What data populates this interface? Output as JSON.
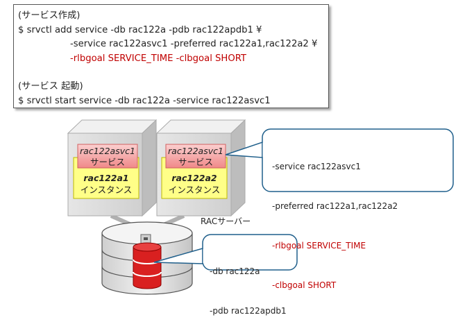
{
  "command_box": {
    "create_header": "(サービス作成)",
    "create_line1": "$ srvctl add service -db rac122a -pdb rac122apdb1 ¥",
    "create_line2": "-service rac122asvc1 -preferred rac122a1,rac122a2 ¥",
    "create_line3": "-rlbgoal SERVICE_TIME -clbgoal SHORT",
    "start_header": "(サービス 起動)",
    "start_line1": "$ srvctl start service -db rac122a -service rac122asvc1"
  },
  "servers": [
    {
      "service_name": "rac122asvc1",
      "service_label": "サービス",
      "instance_name": "rac122a1",
      "instance_label": "インスタンス"
    },
    {
      "service_name": "rac122asvc1",
      "service_label": "サービス",
      "instance_name": "rac122a2",
      "instance_label": "インスタンス"
    }
  ],
  "rac_label": "RACサーバー",
  "service_callout": {
    "line1": "-service rac122asvc1",
    "line2": "-preferred rac122a1,rac122a2",
    "line3": "-rlbgoal SERVICE_TIME",
    "line4": "-clbgoal SHORT"
  },
  "db_callout": {
    "line1": "-db rac122a",
    "line2": "-pdb rac122apdb1"
  },
  "colors": {
    "highlight_text": "#c00000",
    "service_box": "#f4a3a3",
    "instance_box": "#ffff88",
    "callout_border": "#1f5f8b",
    "database": "#d92020"
  }
}
